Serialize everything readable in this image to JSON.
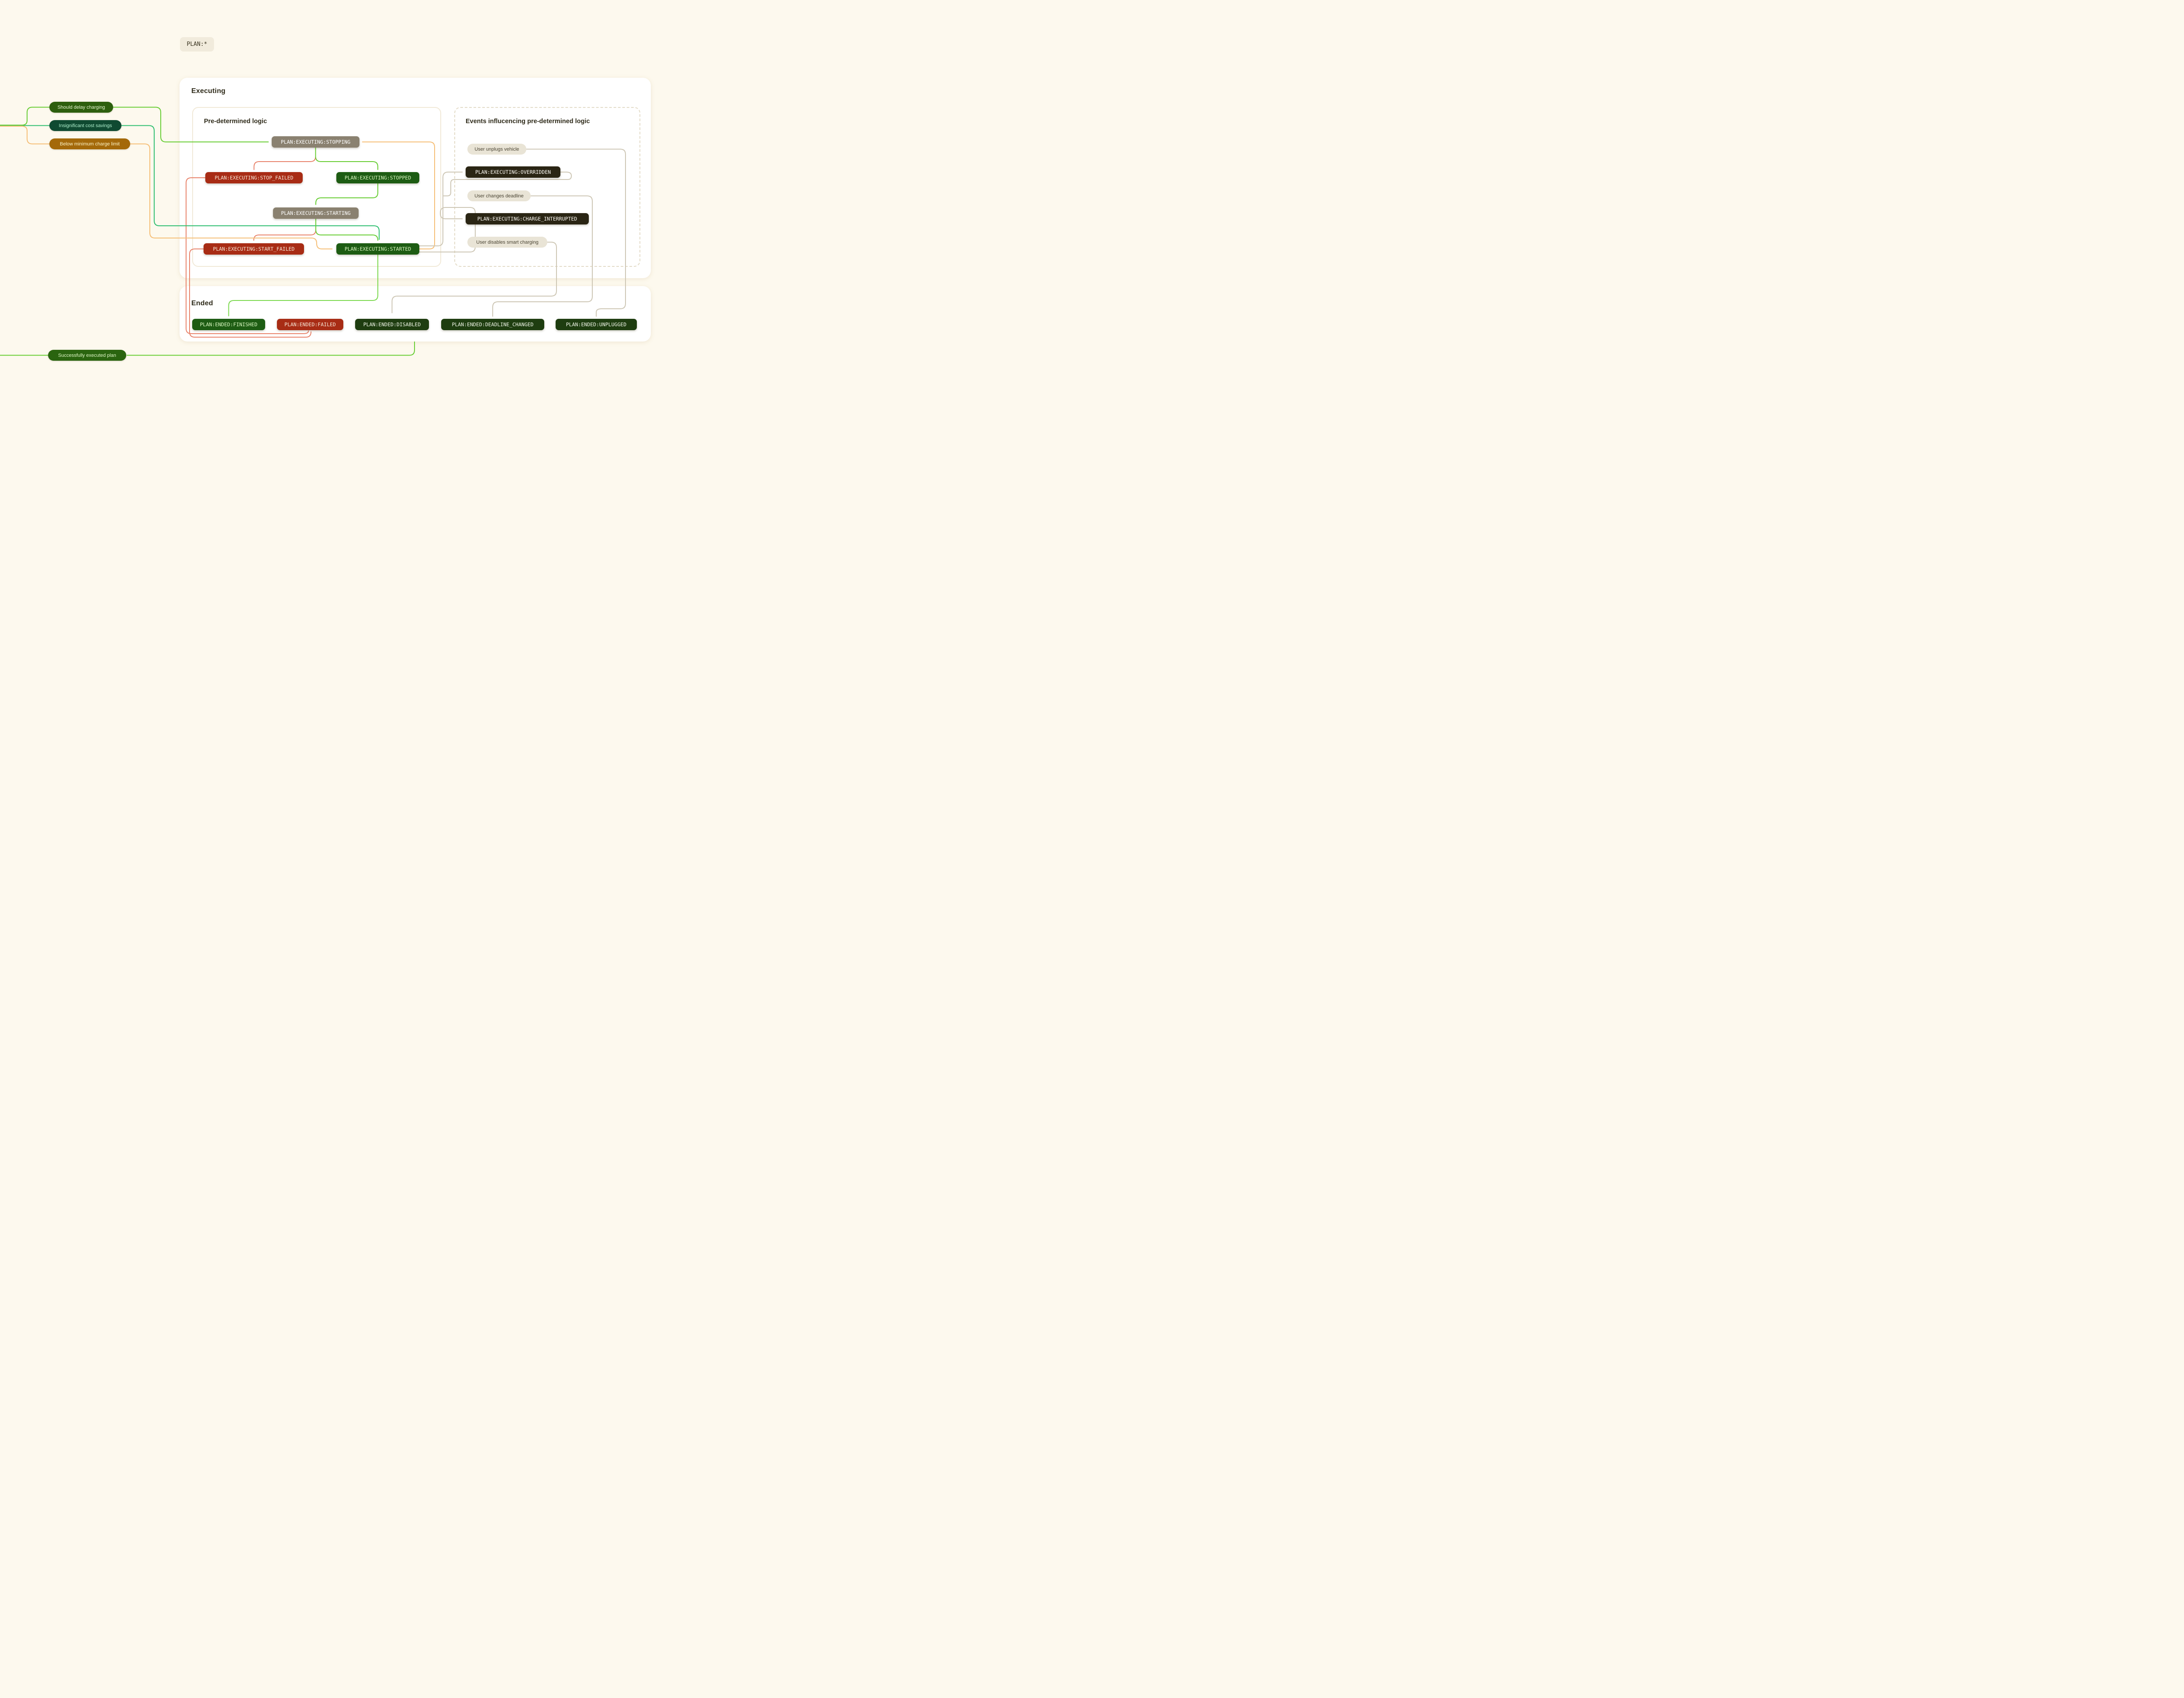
{
  "chip": {
    "label": "PLAN:*"
  },
  "panels": {
    "executing": {
      "title": "Executing"
    },
    "pre": {
      "title": "Pre-determined logic"
    },
    "events": {
      "title": "Events influcencing pre-determined logic"
    },
    "ended": {
      "title": "Ended"
    }
  },
  "states": {
    "stopping": {
      "label": "PLAN:EXECUTING:STOPPING"
    },
    "stop_failed": {
      "label": "PLAN:EXECUTING:STOP_FAILED"
    },
    "stopped": {
      "label": "PLAN:EXECUTING:STOPPED"
    },
    "starting": {
      "label": "PLAN:EXECUTING:STARTING"
    },
    "start_failed": {
      "label": "PLAN:EXECUTING:START_FAILED"
    },
    "started": {
      "label": "PLAN:EXECUTING:STARTED"
    },
    "overridden": {
      "label": "PLAN:EXECUTING:OVERRIDDEN"
    },
    "charge_interrupted": {
      "label": "PLAN:EXECUTING:CHARGE_INTERRUPTED"
    },
    "finished": {
      "label": "PLAN:ENDED:FINISHED"
    },
    "failed": {
      "label": "PLAN:ENDED:FAILED"
    },
    "disabled": {
      "label": "PLAN:ENDED:DISABLED"
    },
    "deadline_changed": {
      "label": "PLAN:ENDED:DEADLINE_CHANGED"
    },
    "unplugged": {
      "label": "PLAN:ENDED:UNPLUGGED"
    }
  },
  "conditions": {
    "should_delay": {
      "label": "Should delay charging"
    },
    "insignificant": {
      "label": "Insignificant cost savings"
    },
    "below_min": {
      "label": "Below minimum charge limit"
    },
    "success": {
      "label": "Successfully executed plan"
    }
  },
  "events": {
    "unplugs": {
      "label": "User unplugs vehicle"
    },
    "changes_deadline": {
      "label": "User changes deadline"
    },
    "disables": {
      "label": "User disables smart charging"
    }
  },
  "colors": {
    "page_background": "#FDF9EE",
    "panel": "#FFFFFF",
    "edge_green": "#67CD33",
    "edge_light_green": "#7BD84E",
    "edge_emerald": "#2EBE70",
    "edge_salmon": "#E8836B",
    "edge_orange": "#F5BE76",
    "edge_gray": "#CDC6B4",
    "node_taupe": "#8A8170",
    "node_brick_red": "#A82C15",
    "node_green": "#1D5C13",
    "node_deep_green": "#1E3D10",
    "node_dark_olive": "#2A2514",
    "pill_beige": "#E9E4D6",
    "cond_should_delay": "#2D5F0E",
    "cond_insignificant": "#0F4A31",
    "cond_below_min": "#A4690A",
    "cond_success": "#2A640F"
  },
  "edges": [
    {
      "from": "should_delay",
      "to": "stopping",
      "color": "green"
    },
    {
      "from": "stopping",
      "to": "stop_failed",
      "color": "salmon"
    },
    {
      "from": "stopping",
      "to": "stopped",
      "color": "green"
    },
    {
      "from": "stopped",
      "to": "starting",
      "color": "green"
    },
    {
      "from": "starting",
      "to": "start_failed",
      "color": "salmon"
    },
    {
      "from": "starting",
      "to": "started",
      "color": "green"
    },
    {
      "from": "insignificant",
      "to": "started",
      "color": "emerald"
    },
    {
      "from": "below_min",
      "to": "started",
      "color": "orange"
    },
    {
      "from": "started",
      "to": "stopping",
      "color": "orange"
    },
    {
      "from": "stop_failed",
      "to": "failed",
      "color": "salmon"
    },
    {
      "from": "start_failed",
      "to": "failed",
      "color": "salmon"
    },
    {
      "from": "started",
      "to": "finished",
      "color": "light_green"
    },
    {
      "from": "finished",
      "to": "success",
      "color": "green"
    },
    {
      "from": "started",
      "to": "overridden",
      "color": "gray"
    },
    {
      "from": "started",
      "to": "charge_interrupted",
      "color": "gray"
    },
    {
      "from": "overridden",
      "to": "pre_determined_logic",
      "color": "gray"
    },
    {
      "from": "unplugs",
      "to": "unplugged",
      "color": "gray"
    },
    {
      "from": "changes_deadline",
      "to": "deadline_changed",
      "color": "gray"
    },
    {
      "from": "disables",
      "to": "disabled",
      "color": "gray"
    }
  ]
}
